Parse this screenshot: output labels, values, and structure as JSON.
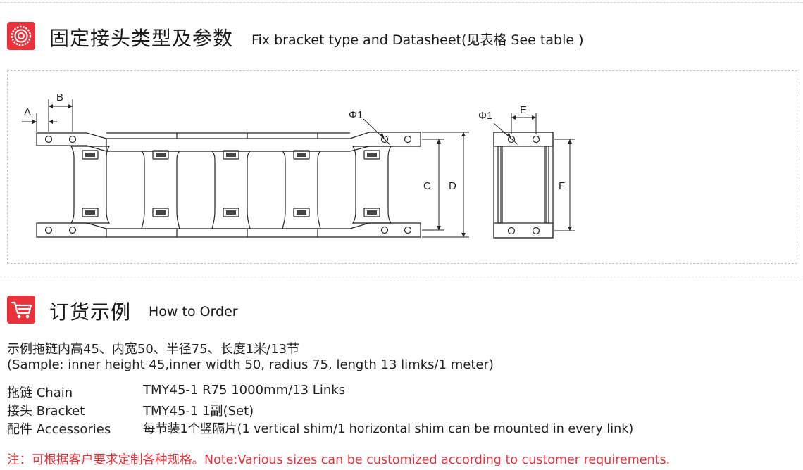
{
  "section1": {
    "title_zh": "固定接头类型及参数",
    "title_en": "Fix bracket type and Datasheet(见表格  See table )"
  },
  "drawing": {
    "labels": {
      "a": "A",
      "b": "B",
      "c": "C",
      "d": "D",
      "e": "E",
      "f": "F",
      "phi1_left": "Φ1",
      "phi1_right": "Φ1"
    }
  },
  "section2": {
    "title_zh": "订货示例",
    "title_en": "How to Order"
  },
  "sample": {
    "line_zh": "示例拖链内高45、内宽50、半径75、长度1米/13节",
    "line_en": "(Sample: inner height 45,inner width 50, radius 75, length 13 limks/1 meter)"
  },
  "order_rows": [
    {
      "label": "拖链  Chain",
      "value": "TMY45-1    R75  1000mm/13 Links"
    },
    {
      "label": "接头  Bracket",
      "value": "TMY45-1    1副(Set)"
    },
    {
      "label": "配件  Accessories",
      "value": "每节装1个竖隔片(1 vertical shim/1 horizontal shim can be mounted in every link)"
    }
  ],
  "note": "注：可根据客户要求定制各种规格。Note:Various sizes can be customized according to customer requirements.",
  "colors": {
    "accent": "#e8323c",
    "text": "#222222"
  },
  "icons": {
    "section1": "gear-ring-icon",
    "section2": "shopping-cart-icon"
  }
}
